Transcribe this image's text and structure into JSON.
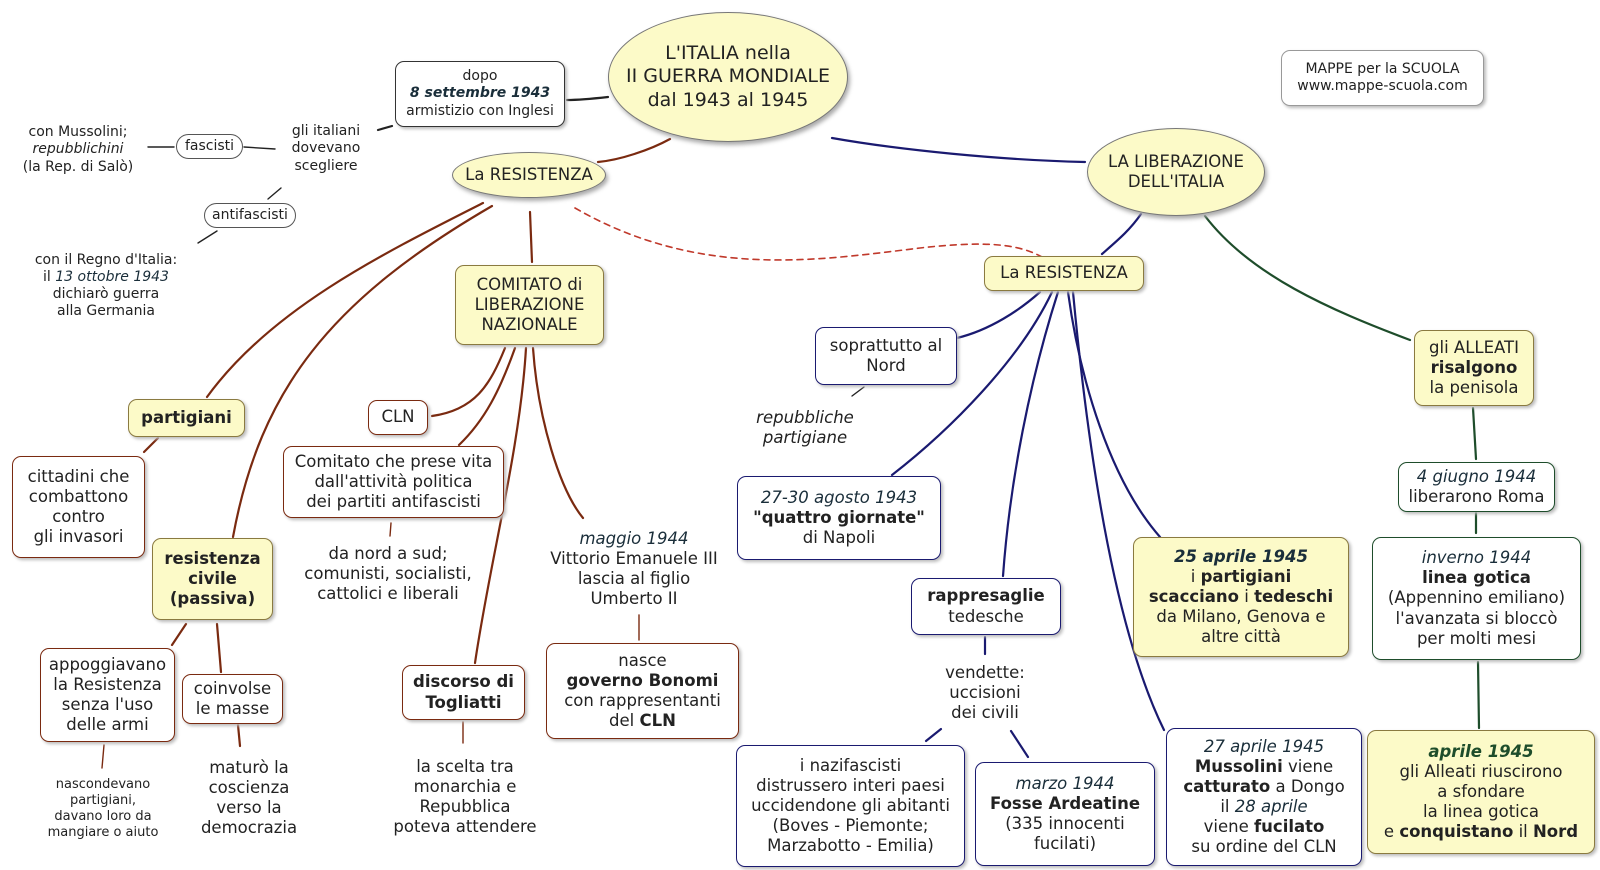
{
  "title": {
    "l1": "L'ITALIA nella",
    "l2": "II GUERRA MONDIALE",
    "l3": "dal 1943 al 1945"
  },
  "brand": {
    "l1": "MAPPE per la SCUOLA",
    "l2": "www.mappe-scuola.com"
  },
  "dopo": {
    "l1": "dopo",
    "l2": "8 settembre 1943",
    "l3": "armistizio con Inglesi"
  },
  "scegliere": {
    "l1": "gli italiani",
    "l2": "dovevano",
    "l3": "scegliere"
  },
  "fascisti": "fascisti",
  "mussolini": {
    "l1": "con Mussolini;",
    "l2": "repubblichini",
    "l3": "(la Rep. di Salò)"
  },
  "antifascisti": "antifascisti",
  "regno": {
    "l1": "con il Regno d'Italia:",
    "l2a": "il ",
    "l2b": "13 ottobre 1943",
    "l3": "dichiarò guerra",
    "l4": "alla Germania"
  },
  "resistenza_left": "La RESISTENZA",
  "cln_full": {
    "l1": "COMITATO di",
    "l2": "LIBERAZIONE",
    "l3": "NAZIONALE"
  },
  "partigiani": "partigiani",
  "cittadini": {
    "l1": "cittadini che",
    "l2": "combattono",
    "l3": "contro",
    "l4": "gli invasori"
  },
  "resistenza_civile": {
    "l1": "resistenza",
    "l2": "civile",
    "l3": "(passiva)"
  },
  "appoggiavano": {
    "l1": "appoggiavano",
    "l2": "la Resistenza",
    "l3": "senza l'uso",
    "l4": "delle armi"
  },
  "coinvolse": {
    "l1": "coinvolse",
    "l2": "le masse"
  },
  "nascondevano": {
    "l1": "nascondevano",
    "l2": "partigiani,",
    "l3": "davano loro da",
    "l4": "mangiare o aiuto"
  },
  "maturo": {
    "l1": "maturò la",
    "l2": "coscienza",
    "l3": "verso la",
    "l4": "democrazia"
  },
  "cln": "CLN",
  "comitato": {
    "l1": "Comitato che prese vita",
    "l2": "dall'attività politica",
    "l3": "dei partiti antifascisti"
  },
  "nordsud": {
    "l1": "da nord a sud;",
    "l2": "comunisti, socialisti,",
    "l3": "cattolici e liberali"
  },
  "togliatti": {
    "l1": "discorso di",
    "l2": "Togliatti"
  },
  "scelta": {
    "l1": "la scelta tra",
    "l2": "monarchia e",
    "l3": "Repubblica",
    "l4": "poteva attendere"
  },
  "maggio": {
    "l1": "maggio 1944",
    "l2": "Vittorio Emanuele III",
    "l3": "lascia al figlio",
    "l4": "Umberto II"
  },
  "bonomi": {
    "l1": "nasce",
    "l2": "governo Bonomi",
    "l3": "con rappresentanti",
    "l4a": "del ",
    "l4b": "CLN"
  },
  "liberazione": {
    "l1": "LA LIBERAZIONE",
    "l2": "DELL'ITALIA"
  },
  "resistenza_right": "La RESISTENZA",
  "nord": {
    "l1": "soprattutto al",
    "l2": "Nord"
  },
  "repubbliche": {
    "l1": "repubbliche",
    "l2": "partigiane"
  },
  "napoli": {
    "l1": "27-30 agosto 1943",
    "l2": "\"quattro giornate\"",
    "l3": "di Napoli"
  },
  "rappresaglie": {
    "l1": "rappresaglie",
    "l2": "tedesche"
  },
  "vendette": {
    "l1": "vendette:",
    "l2": "uccisioni",
    "l3": "dei civili"
  },
  "nazifascisti": {
    "l1": "i nazifascisti",
    "l2": "distrussero interi paesi",
    "l3": "uccidendone gli abitanti",
    "l4": "(Boves - Piemonte;",
    "l5": "Marzabotto - Emilia)"
  },
  "ardeatine": {
    "l1": "marzo 1944",
    "l2": "Fosse Ardeatine",
    "l3": "(335 innocenti",
    "l4": "fucilati)"
  },
  "aprile25": {
    "l1": "25 aprile 1945",
    "l2a": "i ",
    "l2b": "partigiani",
    "l3a": "scacciano",
    "l3b": " i ",
    "l3c": "tedeschi",
    "l4": "da Milano, Genova e",
    "l5": "altre città"
  },
  "aprile27": {
    "l1": "27 aprile 1945",
    "l2a": "Mussolini",
    "l2b": " viene",
    "l3a": "catturato",
    "l3b": " a Dongo",
    "l4a": "il ",
    "l4b": "28 aprile",
    "l5a": "viene ",
    "l5b": "fucilato",
    "l6": "su ordine del CLN"
  },
  "alleati": {
    "l1": "gli ALLEATI",
    "l2": "risalgono",
    "l3": "la penisola"
  },
  "roma": {
    "l1": "4 giugno 1944",
    "l2": "liberarono Roma"
  },
  "gotica": {
    "l1": "inverno 1944",
    "l2": "linea gotica",
    "l3": "(Appennino emiliano)",
    "l4": "l'avanzata si bloccò",
    "l5": "per molti mesi"
  },
  "aprile45": {
    "l1": "aprile 1945",
    "l2": "gli Alleati riuscirono",
    "l3": "a sfondare",
    "l4": "la linea gotica",
    "l5a": "e ",
    "l5b": "conquistano",
    "l5c": " il ",
    "l5d": "Nord"
  },
  "colors": {
    "brown": "#7a2a10",
    "blue": "#1a1a70",
    "green": "#1e4d2b",
    "yellow": "#fcfac8",
    "black": "#222222",
    "dashed": "#c0392b"
  }
}
